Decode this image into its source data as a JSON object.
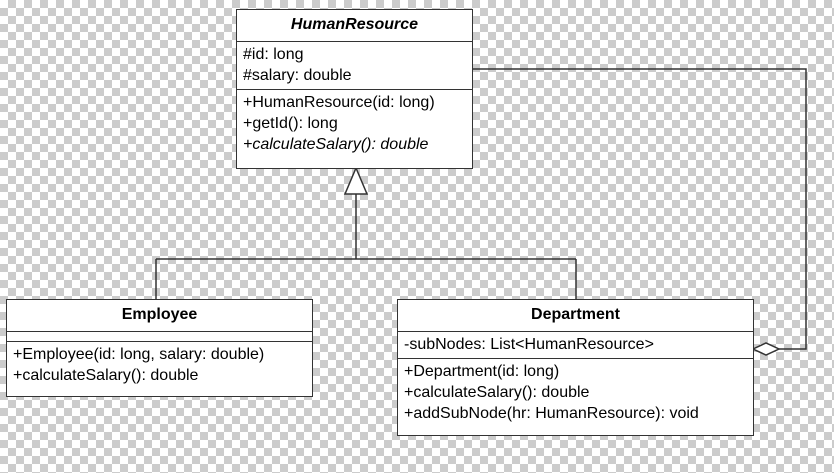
{
  "classes": {
    "human_resource": {
      "name": "HumanResource",
      "abstract": true,
      "attributes": [
        "#id: long",
        "#salary: double"
      ],
      "operations": [
        "+HumanResource(id: long)",
        "+getId(): long",
        "+calculateSalary(): double"
      ],
      "abstract_operations": [
        "+calculateSalary(): double"
      ]
    },
    "employee": {
      "name": "Employee",
      "abstract": false,
      "attributes": [],
      "operations": [
        "+Employee(id: long, salary: double)",
        "+calculateSalary(): double"
      ]
    },
    "department": {
      "name": "Department",
      "abstract": false,
      "attributes": [
        "-subNodes: List<HumanResource>"
      ],
      "operations": [
        "+Department(id: long)",
        "+calculateSalary(): double",
        "+addSubNode(hr: HumanResource): void"
      ]
    }
  },
  "relationships": [
    {
      "type": "generalization",
      "from": "Employee",
      "to": "HumanResource"
    },
    {
      "type": "generalization",
      "from": "Department",
      "to": "HumanResource"
    },
    {
      "type": "aggregation",
      "whole": "Department",
      "part": "HumanResource"
    }
  ],
  "colors": {
    "line": "#333333",
    "box_fill": "#ffffff",
    "checker": "#cccccc"
  }
}
